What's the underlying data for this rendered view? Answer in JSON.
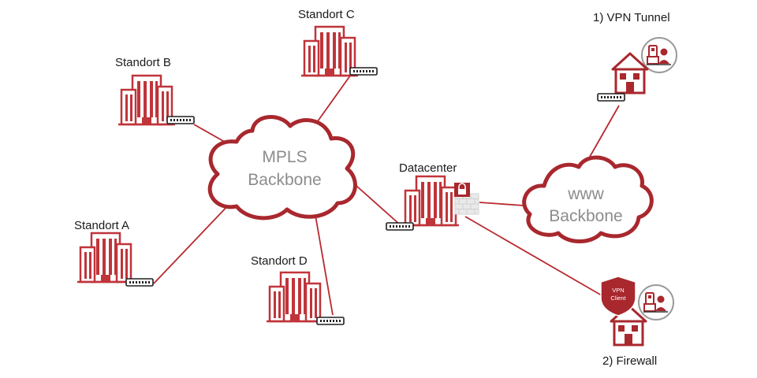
{
  "colors": {
    "accent": "#a8282e",
    "line": "#b8292f",
    "building": "#c0343a",
    "text": "#1a1a1a",
    "cloud_text": "#8c8c8c"
  },
  "labels": {
    "standort_a": "Standort A",
    "standort_b": "Standort B",
    "standort_c": "Standort C",
    "standort_d": "Standort D",
    "datacenter": "Datacenter",
    "vpn_tunnel": "1) VPN Tunnel",
    "firewall": "2) Firewall"
  },
  "clouds": {
    "mpls": {
      "line1": "MPLS",
      "line2": "Backbone"
    },
    "www": {
      "line1": "www",
      "line2": "Backbone"
    }
  },
  "badge": {
    "line1": "VPN",
    "line2": "Client"
  },
  "icons": [
    "office-building-icon",
    "router-icon",
    "cloud-icon",
    "lock-icon",
    "firewall-icon",
    "home-icon",
    "remote-user-icon",
    "vpn-shield-icon"
  ]
}
